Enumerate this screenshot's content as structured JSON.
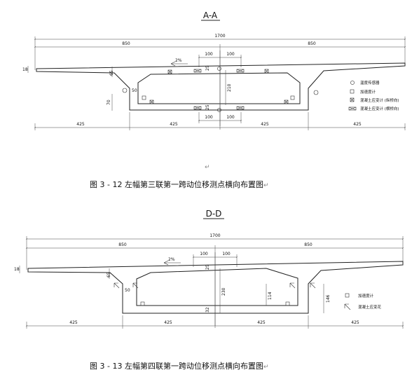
{
  "figure1": {
    "section_label": "A-A",
    "total_width": "1700",
    "half_left": "850",
    "half_right": "850",
    "top_center_left": "100",
    "top_center_right": "100",
    "bottom_center_left": "100",
    "bottom_center_right": "100",
    "slope": "2%",
    "flange_end": "18",
    "web_depth": "65",
    "haunch": "50",
    "bottom_offset": "70",
    "center_height": "210",
    "top_small": "25",
    "bottom_small": "25",
    "bottom_dims": [
      "425",
      "425",
      "425",
      "425"
    ],
    "legend": [
      {
        "icon": "circle",
        "label": "温度传感器"
      },
      {
        "icon": "square",
        "label": "加速度计"
      },
      {
        "icon": "square-x",
        "label": "混凝土应变计 (纵桥向)"
      },
      {
        "icon": "bar-x",
        "label": "混凝土应变计 (横桥向)"
      }
    ],
    "caption": "图  3 - 12 左幅第三联第一跨动位移测点横向布置图"
  },
  "figure2": {
    "section_label": "D-D",
    "total_width": "1700",
    "half_left": "850",
    "half_right": "850",
    "top_center_left": "100",
    "top_center_right": "100",
    "slope": "2%",
    "flange_end": "18",
    "web_depth": "65",
    "haunch": "50",
    "center_height": "230",
    "top_small": "25",
    "bottom_small": "32",
    "inner_height": "114",
    "side_height": "146",
    "bottom_dims": [
      "425",
      "425",
      "425",
      "425"
    ],
    "legend": [
      {
        "icon": "square",
        "label": "加速度计"
      },
      {
        "icon": "arrow",
        "label": "混凝土应变花"
      }
    ],
    "caption": "图  3 - 13 左幅第四联第一跨动位移测点横向布置图"
  },
  "return_mark": "↵"
}
